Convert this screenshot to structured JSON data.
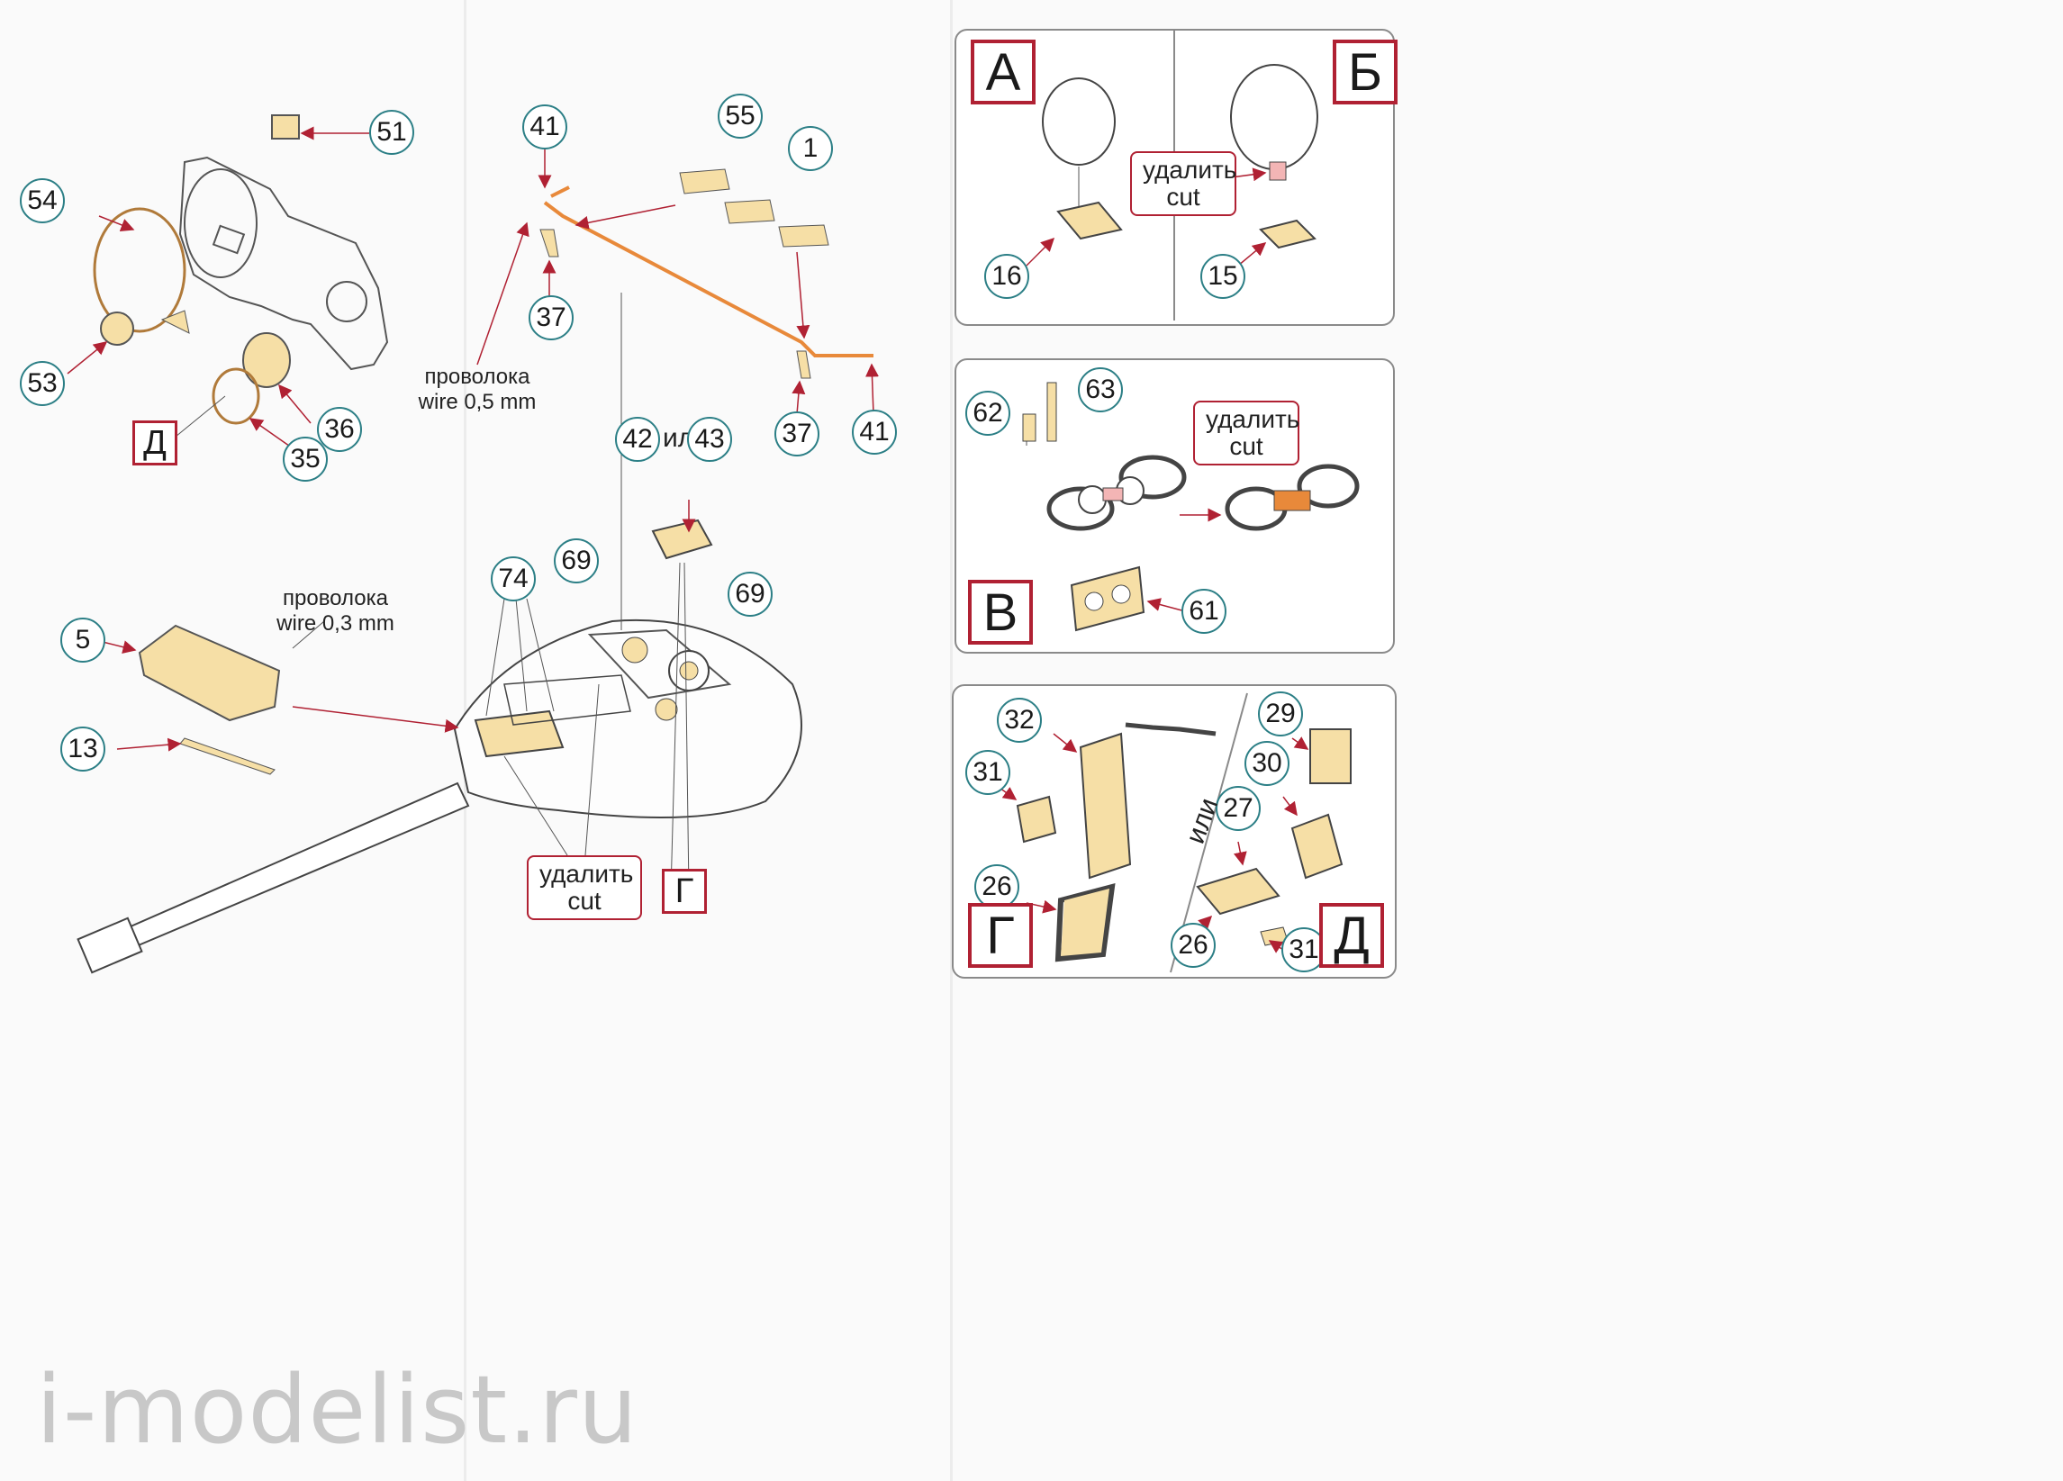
{
  "callouts": {
    "n51": "51",
    "n54": "54",
    "n53": "53",
    "n36": "36",
    "n35": "35",
    "n41a": "41",
    "n55": "55",
    "n1": "1",
    "n37a": "37",
    "n37b": "37",
    "n41b": "41",
    "n42": "42",
    "n43": "43",
    "n5": "5",
    "n13": "13",
    "n74": "74",
    "n69a": "69",
    "n69b": "69",
    "n16": "16",
    "n15": "15",
    "n62": "62",
    "n63": "63",
    "n61": "61",
    "n32": "32",
    "n31a": "31",
    "n26a": "26",
    "n29": "29",
    "n30": "30",
    "n27": "27",
    "n26b": "26",
    "n31b": "31"
  },
  "tags": {
    "d_main": "Д",
    "g_main": "Г",
    "A": "А",
    "B": "Б",
    "V": "В",
    "G": "Г",
    "D": "Д"
  },
  "notes": {
    "wire05_ru": "проволока",
    "wire05_en": "wire 0,5 mm",
    "wire03_ru": "проволока",
    "wire03_en": "wire 0,3 mm",
    "ili": "или",
    "cut_ru": "удалить",
    "cut_en": "cut"
  },
  "watermark": "i-modelist.ru",
  "colors": {
    "brass": "#f6dfa6",
    "callout_ring": "#2c7f86",
    "tag_border": "#b02133",
    "arrow": "#b02133",
    "wire": "#e8893a"
  }
}
